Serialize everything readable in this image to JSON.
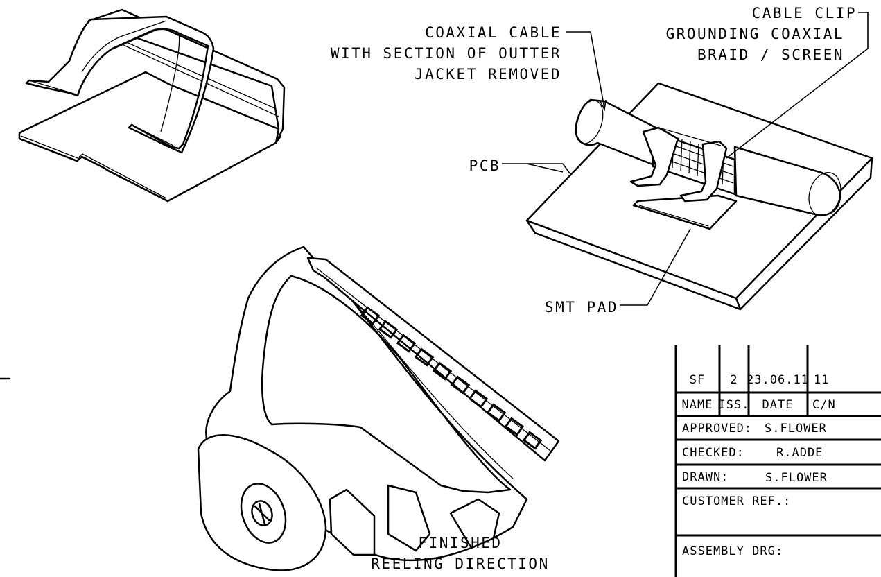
{
  "callouts": {
    "coaxial_cable": [
      "COAXIAL CABLE",
      "WITH SECTION OF OUTTER",
      "JACKET REMOVED"
    ],
    "cable_clip": [
      "CABLE CLIP",
      "GROUNDING COAXIAL",
      "BRAID / SCREEN"
    ],
    "pcb": "PCB",
    "smt_pad": "SMT PAD",
    "reeling": [
      "FINISHED",
      "REELING DIRECTION"
    ]
  },
  "title_block": {
    "revision": {
      "name": "SF",
      "issue": "2",
      "date": "23.06.11",
      "cn": "11"
    },
    "headers": {
      "name": "NAME",
      "issue": "ISS.",
      "date": "DATE",
      "cn": "C/N"
    },
    "approved": {
      "label": "APPROVED:",
      "value": "S.FLOWER"
    },
    "checked": {
      "label": "CHECKED:",
      "value": "R.ADDE"
    },
    "drawn": {
      "label": "DRAWN:",
      "value": "S.FLOWER"
    },
    "customer_ref": {
      "label": "CUSTOMER REF.:",
      "value": ""
    },
    "assembly_drg": {
      "label": "ASSEMBLY DRG:",
      "value": ""
    }
  }
}
